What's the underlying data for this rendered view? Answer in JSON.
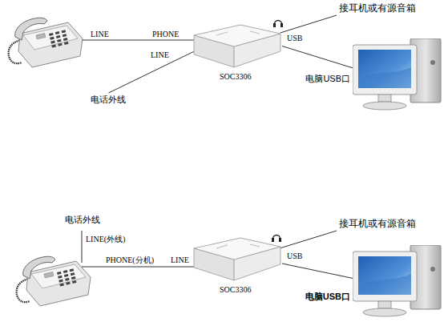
{
  "diagram": {
    "nodes": [
      {
        "text": [
          "接耳机或有源音箱"
        ]
      },
      {
        "text": [
          "SOC3306"
        ]
      },
      {
        "text": [
          "电脑USB口"
        ]
      },
      {
        "text": [
          "电话外线"
        ]
      },
      {
        "text": [
          "电话外线"
        ]
      },
      {
        "text": [
          "接耳机或有源音箱"
        ]
      },
      {
        "text": [
          "SOC3306"
        ]
      },
      {
        "text": [
          "电脑USB口"
        ]
      }
    ],
    "edges": [
      {
        "from": 1,
        "to": 0,
        "arrow": "none"
      },
      {
        "from": 3,
        "to": 1,
        "label": "LINE",
        "arrow": "none"
      },
      {
        "from": 1,
        "to": 2,
        "label": "USB",
        "arrow": "none"
      },
      {
        "from": 6,
        "to": 5,
        "arrow": "none"
      },
      {
        "from": 6,
        "to": 7,
        "label": "USB",
        "arrow": "none"
      }
    ],
    "labels": [
      "LINE",
      "PHONE",
      "LINE(外线)",
      "PHONE(分机)",
      "LINE"
    ]
  }
}
